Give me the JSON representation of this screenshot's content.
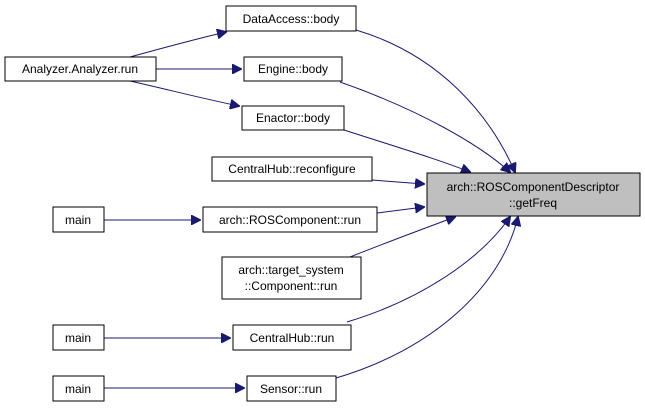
{
  "diagram": {
    "nodes": {
      "getfreq": [
        "arch::ROSComponentDescriptor",
        "::getFreq"
      ],
      "data_access_body": [
        "DataAccess::body"
      ],
      "analyzer_run": [
        "Analyzer.Analyzer.run"
      ],
      "engine_body": [
        "Engine::body"
      ],
      "enactor_body": [
        "Enactor::body"
      ],
      "centralhub_reconfigure": [
        "CentralHub::reconfigure"
      ],
      "main_ros": [
        "main"
      ],
      "roscomponent_run": [
        "arch::ROSComponent::run"
      ],
      "target_system_run": [
        "arch::target_system",
        "::Component::run"
      ],
      "main_centralhub": [
        "main"
      ],
      "centralhub_run": [
        "CentralHub::run"
      ],
      "main_sensor": [
        "main"
      ],
      "sensor_run": [
        "Sensor::run"
      ]
    },
    "edge_color": "#191970",
    "focus_fill": "#bfbfbf"
  }
}
